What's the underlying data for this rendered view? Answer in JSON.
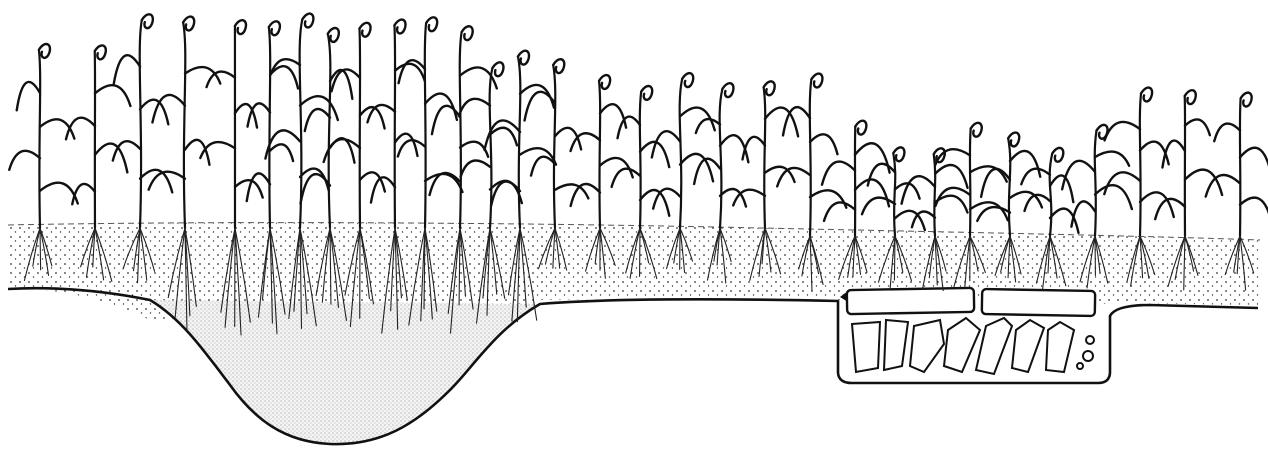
{
  "figure": {
    "scene": "maize-field-cross-section",
    "features": [
      "topsoil-layer",
      "subsoil-basin",
      "stone-drain"
    ],
    "colors": {
      "ink": "#111111",
      "paper": "#ffffff",
      "topsoil": "#f2f2f2",
      "basin": "#e6e6e6"
    }
  }
}
